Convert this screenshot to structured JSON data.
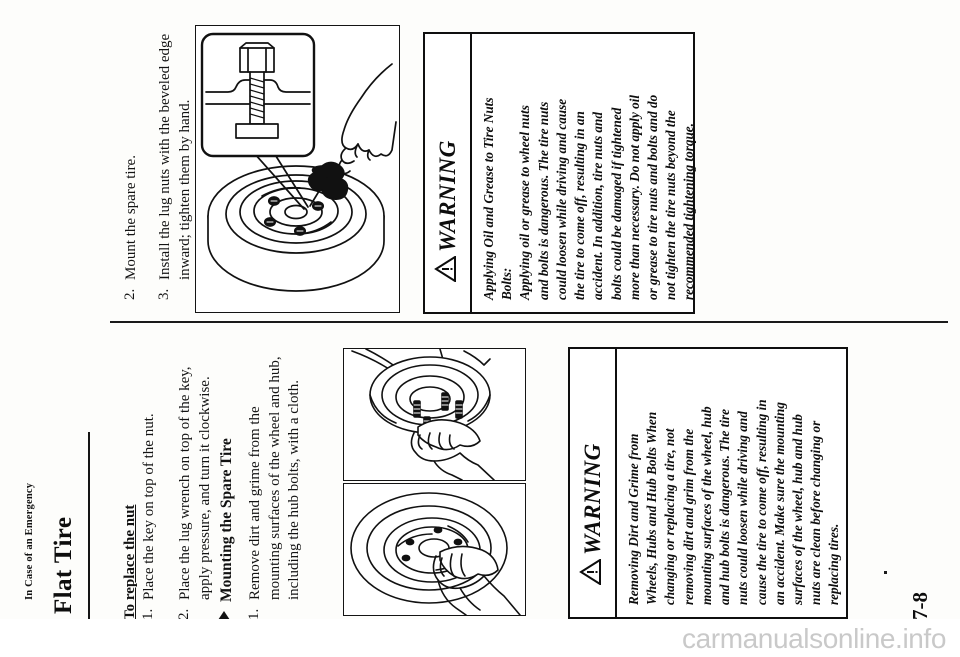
{
  "page": {
    "number": "7-8",
    "watermark": "carmanualsonline.info"
  },
  "header": {
    "chapter": "In Case of an Emergency",
    "title": "Flat Tire"
  },
  "sections": [
    {
      "id": "to-replace-the-nut",
      "heading": "To replace the nut",
      "steps": [
        {
          "num": "1.",
          "text": "Place the key on top of the nut."
        },
        {
          "num": "2.",
          "text": "Place the lug wrench on top of the key, apply pressure, and turn it clockwise."
        }
      ]
    },
    {
      "id": "mounting-the-spare-tire",
      "heading": "Mounting the Spare Tire",
      "bullet": true,
      "steps": [
        {
          "num": "1.",
          "text": "Remove dirt and grime from the mounting surfaces of the wheel and hub, including the hub bolts, with a cloth."
        },
        {
          "num": "2.",
          "text": "Mount the spare tire."
        },
        {
          "num": "3.",
          "text": "Install the lug nuts with the beveled edge inward; tighten them by hand."
        }
      ]
    }
  ],
  "warnings": [
    {
      "id": "oil-grease-warning",
      "label": "WARNING",
      "icon": "warning-triangle-icon",
      "title": "Applying Oil and Grease to Tire Nuts Bolts:",
      "body": "Applying oil or grease to wheel nuts and bolts is dangerous. The tire nuts could loosen while driving and cause the tire to come off, resulting in an accident. In addition, tire nuts and bolts could be damaged if tightened more than necessary. Do not apply oil or grease to tire nuts and bolts and do not tighten the tire nuts beyond the recommended tightening torque."
    },
    {
      "id": "dirt-grime-warning",
      "label": "WARNING",
      "icon": "warning-triangle-icon",
      "title": "Removing Dirt and Grime from Wheels, Hubs and Hub Bolts When",
      "body": "changing or replacing a tire, not removing dirt and grim from the mounting surfaces of the wheel, hub and hub bolts is dangerous. The tire nuts could loosen while driving and cause the tire to come off, resulting in an accident. Make sure the mounting surfaces of the wheel, hub and hub nuts are clean before changing or replacing tires."
    }
  ],
  "figures": [
    {
      "id": "mount-spare-tire-figure",
      "caption": "Line drawing: a hand lowering a lug nut onto a spare wheel, with an inset detail of a beveled lug nut threaded into the hub bolt"
    },
    {
      "id": "clean-hub-figure",
      "caption": "Line drawing: a hand with a cloth wiping the hub and hub bolts"
    },
    {
      "id": "clean-wheel-figure",
      "caption": "Line drawing: a hand with a cloth wiping the mounting surface of the wheel"
    }
  ]
}
